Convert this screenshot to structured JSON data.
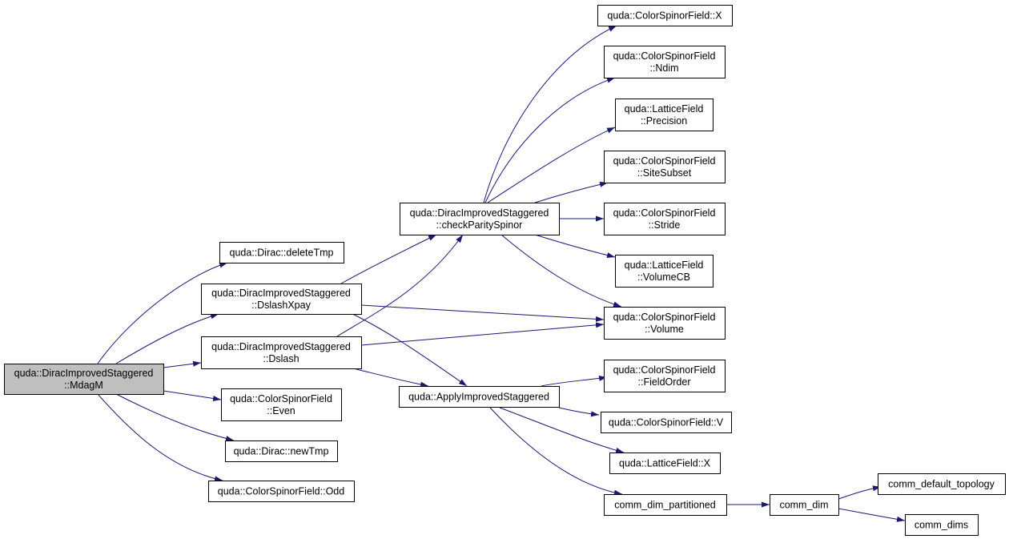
{
  "graph": {
    "nodes": [
      {
        "id": "mdagm",
        "lines": [
          "quda::DiracImprovedStaggered",
          "::MdagM"
        ],
        "root": true
      },
      {
        "id": "deleteTmp",
        "lines": [
          "quda::Dirac::deleteTmp"
        ]
      },
      {
        "id": "dslashXpay",
        "lines": [
          "quda::DiracImprovedStaggered",
          "::DslashXpay"
        ]
      },
      {
        "id": "dslash",
        "lines": [
          "quda::DiracImprovedStaggered",
          "::Dslash"
        ]
      },
      {
        "id": "even",
        "lines": [
          "quda::ColorSpinorField",
          "::Even"
        ]
      },
      {
        "id": "newTmp",
        "lines": [
          "quda::Dirac::newTmp"
        ]
      },
      {
        "id": "odd",
        "lines": [
          "quda::ColorSpinorField::Odd"
        ]
      },
      {
        "id": "checkParity",
        "lines": [
          "quda::DiracImprovedStaggered",
          "::checkParitySpinor"
        ]
      },
      {
        "id": "applyImproved",
        "lines": [
          "quda::ApplyImprovedStaggered"
        ]
      },
      {
        "id": "csfX",
        "lines": [
          "quda::ColorSpinorField::X"
        ]
      },
      {
        "id": "ndim",
        "lines": [
          "quda::ColorSpinorField",
          "::Ndim"
        ]
      },
      {
        "id": "precision",
        "lines": [
          "quda::LatticeField",
          "::Precision"
        ]
      },
      {
        "id": "siteSubset",
        "lines": [
          "quda::ColorSpinorField",
          "::SiteSubset"
        ]
      },
      {
        "id": "stride",
        "lines": [
          "quda::ColorSpinorField",
          "::Stride"
        ]
      },
      {
        "id": "volumeCB",
        "lines": [
          "quda::LatticeField",
          "::VolumeCB"
        ]
      },
      {
        "id": "volume",
        "lines": [
          "quda::ColorSpinorField",
          "::Volume"
        ]
      },
      {
        "id": "fieldOrder",
        "lines": [
          "quda::ColorSpinorField",
          "::FieldOrder"
        ]
      },
      {
        "id": "csfV",
        "lines": [
          "quda::ColorSpinorField::V"
        ]
      },
      {
        "id": "lfX",
        "lines": [
          "quda::LatticeField::X"
        ]
      },
      {
        "id": "commDimPart",
        "lines": [
          "comm_dim_partitioned"
        ]
      },
      {
        "id": "commDim",
        "lines": [
          "comm_dim"
        ]
      },
      {
        "id": "commDefTopo",
        "lines": [
          "comm_default_topology"
        ]
      },
      {
        "id": "commDims",
        "lines": [
          "comm_dims"
        ]
      }
    ],
    "edges": [
      {
        "from": "mdagm",
        "to": "deleteTmp"
      },
      {
        "from": "mdagm",
        "to": "dslashXpay"
      },
      {
        "from": "mdagm",
        "to": "dslash"
      },
      {
        "from": "mdagm",
        "to": "even"
      },
      {
        "from": "mdagm",
        "to": "newTmp"
      },
      {
        "from": "mdagm",
        "to": "odd"
      },
      {
        "from": "dslashXpay",
        "to": "checkParity"
      },
      {
        "from": "dslashXpay",
        "to": "volume"
      },
      {
        "from": "dslashXpay",
        "to": "applyImproved"
      },
      {
        "from": "dslash",
        "to": "checkParity"
      },
      {
        "from": "dslash",
        "to": "volume"
      },
      {
        "from": "dslash",
        "to": "applyImproved"
      },
      {
        "from": "checkParity",
        "to": "csfX"
      },
      {
        "from": "checkParity",
        "to": "ndim"
      },
      {
        "from": "checkParity",
        "to": "precision"
      },
      {
        "from": "checkParity",
        "to": "siteSubset"
      },
      {
        "from": "checkParity",
        "to": "stride"
      },
      {
        "from": "checkParity",
        "to": "volumeCB"
      },
      {
        "from": "checkParity",
        "to": "volume"
      },
      {
        "from": "applyImproved",
        "to": "fieldOrder"
      },
      {
        "from": "applyImproved",
        "to": "csfV"
      },
      {
        "from": "applyImproved",
        "to": "lfX"
      },
      {
        "from": "applyImproved",
        "to": "commDimPart"
      },
      {
        "from": "commDimPart",
        "to": "commDim"
      },
      {
        "from": "commDim",
        "to": "commDefTopo"
      },
      {
        "from": "commDim",
        "to": "commDims"
      }
    ]
  }
}
